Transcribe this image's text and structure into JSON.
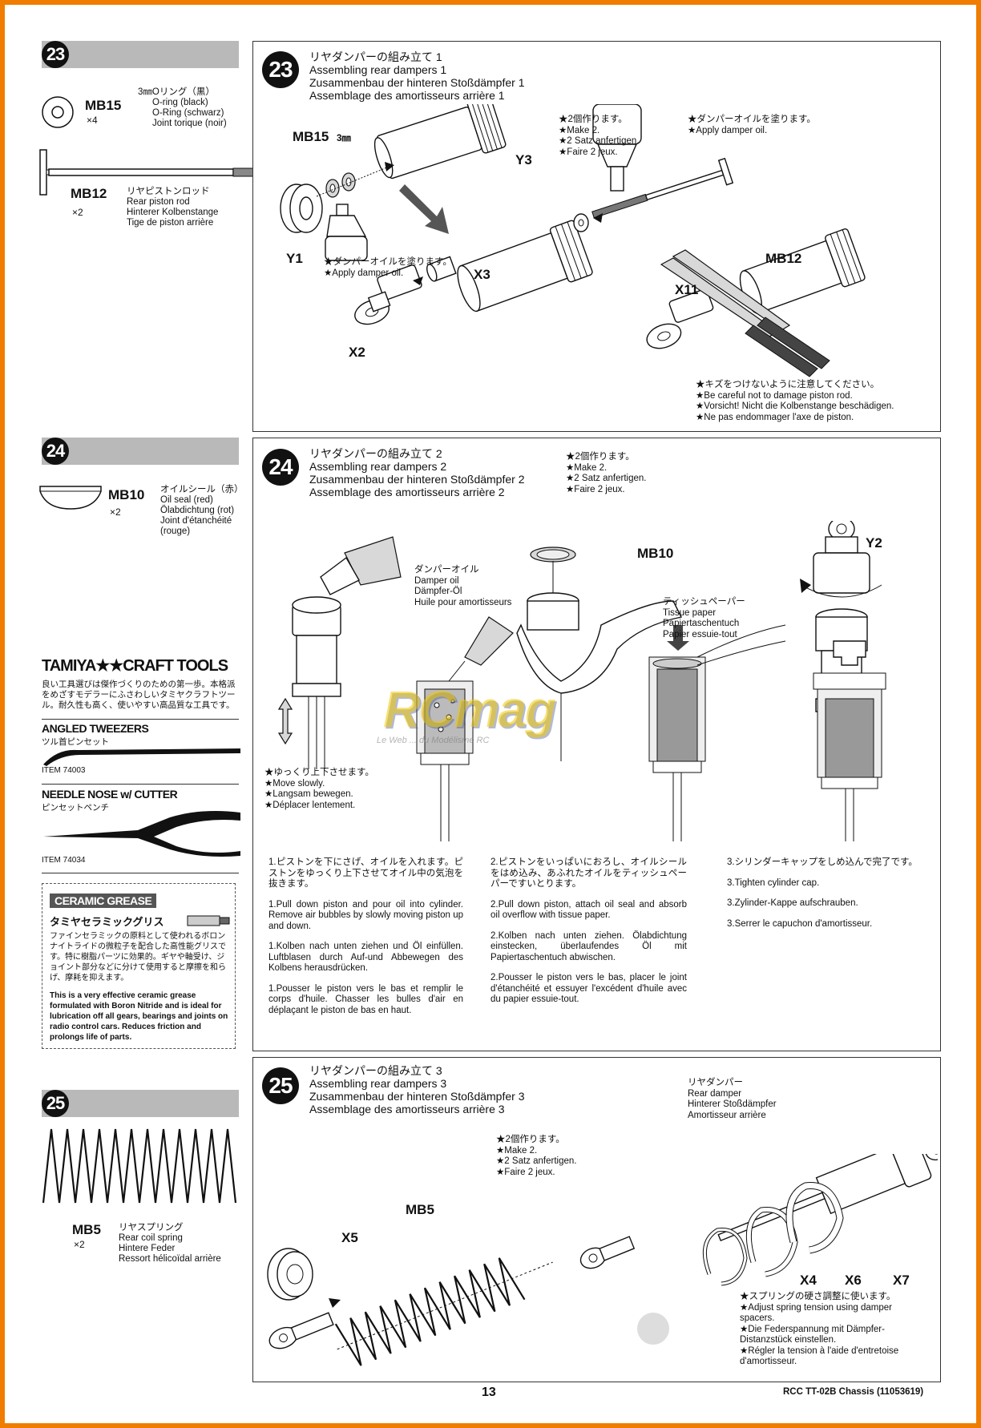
{
  "step23": {
    "num": "23",
    "title_ja": "リヤダンパーの組み立て 1",
    "title_en": "Assembling rear dampers 1",
    "title_de": "Zusammenbau der hinteren Stoßdämpfer 1",
    "title_fr": "Assemblage des amortisseurs arrière 1",
    "parts": [
      {
        "code": "MB15",
        "qty": "×4",
        "name_ja": "3㎜Oリング（黒）",
        "name_en": "O-ring (black)",
        "name_de": "O-Ring (schwarz)",
        "name_fr": "Joint torique (noir)"
      },
      {
        "code": "MB12",
        "qty": "×2",
        "name_ja": "リヤピストンロッド",
        "name_en": "Rear piston rod",
        "name_de": "Hinterer Kolbenstange",
        "name_fr": "Tige de piston arrière"
      }
    ],
    "labels": {
      "mb15": "MB15",
      "mm": "3㎜",
      "y3": "Y3",
      "y1": "Y1",
      "x3": "X3",
      "x2": "X2",
      "x11": "X11",
      "mb12": "MB12"
    },
    "note_make": [
      "★2個作ります。",
      "★Make 2.",
      "★2 Satz anfertigen.",
      "★Faire 2 jeux."
    ],
    "note_oil_top": [
      "★ダンパーオイルを塗ります。",
      "★Apply damper oil."
    ],
    "note_oil_left": [
      "★ダンパーオイルを塗ります。",
      "★Apply damper oil."
    ],
    "note_careful": [
      "★キズをつけないように注意してください。",
      "★Be careful not to damage piston rod.",
      "★Vorsicht! Nicht die Kolbenstange beschädigen.",
      "★Ne pas endommager l'axe de piston."
    ]
  },
  "step24": {
    "num": "24",
    "title_ja": "リヤダンパーの組み立て 2",
    "title_en": "Assembling rear dampers 2",
    "title_de": "Zusammenbau der hinteren Stoßdämpfer 2",
    "title_fr": "Assemblage des amortisseurs arrière 2",
    "parts": [
      {
        "code": "MB10",
        "qty": "×2",
        "name_ja": "オイルシール（赤）",
        "name_en": "Oil seal (red)",
        "name_de": "Ölabdichtung (rot)",
        "name_fr": "Joint d'étanchéité",
        "name_fr2": "(rouge)"
      }
    ],
    "note_make": [
      "★2個作ります。",
      "★Make 2.",
      "★2 Satz anfertigen.",
      "★Faire 2 jeux."
    ],
    "damper_oil": [
      "ダンパーオイル",
      "Damper oil",
      "Dämpfer-Öl",
      "Huile pour amortisseurs"
    ],
    "tissue": [
      "ティッシュペーパー",
      "Tissue paper",
      "Papiertaschentuch",
      "Papier essuie-tout"
    ],
    "labels": {
      "mb10": "MB10",
      "y2": "Y2"
    },
    "move_slowly": [
      "★ゆっくり上下させます。",
      "★Move slowly.",
      "★Langsam bewegen.",
      "★Déplacer lentement."
    ],
    "instr1": [
      "1.ピストンを下にさげ、オイルを入れます。ピストンをゆっくり上下させてオイル中の気泡を抜きます。",
      "1.Pull down piston and pour oil into cylinder. Remove air bubbles by slowly moving piston up and down.",
      "1.Kolben nach unten ziehen und Öl einfüllen. Luftblasen durch Auf-und Abbewegen des Kolbens herausdrücken.",
      "1.Pousser le piston vers le bas et remplir le corps d'huile. Chasser les bulles d'air en déplaçant le piston de bas en haut."
    ],
    "instr2": [
      "2.ピストンをいっぱいにおろし、オイルシールをはめ込み、あふれたオイルをティッシュペーパーですいとります。",
      "2.Pull down piston, attach oil seal and absorb oil overflow with tissue paper.",
      "2.Kolben nach unten ziehen. Ölabdichtung einstecken, überlaufendes Öl mit Papiertaschentuch abwischen.",
      "2.Pousser le piston vers le bas, placer le joint d'étanchéité et essuyer l'excédent d'huile avec du papier essuie-tout."
    ],
    "instr3": [
      "3.シリンダーキャップをしめ込んで完了です。",
      "3.Tighten cylinder cap.",
      "3.Zylinder-Kappe aufschrauben.",
      "3.Serrer le capuchon d'amortisseur."
    ]
  },
  "step25": {
    "num": "25",
    "title_ja": "リヤダンパーの組み立て 3",
    "title_en": "Assembling rear dampers 3",
    "title_de": "Zusammenbau der hinteren Stoßdämpfer 3",
    "title_fr": "Assemblage des amortisseurs arrière 3",
    "parts": [
      {
        "code": "MB5",
        "qty": "×2",
        "name_ja": "リヤスプリング",
        "name_en": "Rear coil spring",
        "name_de": "Hintere Feder",
        "name_fr": "Ressort hélicoïdal arrière"
      }
    ],
    "note_make": [
      "★2個作ります。",
      "★Make 2.",
      "★2 Satz anfertigen.",
      "★Faire 2 jeux."
    ],
    "rear_damper": [
      "リヤダンパー",
      "Rear damper",
      "Hinterer Stoßdämpfer",
      "Amortisseur arrière"
    ],
    "labels": {
      "mb5": "MB5",
      "x5": "X5",
      "x4": "X4",
      "x6": "X6",
      "x7": "X7"
    },
    "note_spring": [
      "★スプリングの硬さ調整に使います。",
      "★Adjust spring tension using damper spacers.",
      "★Die Federspannung mit Dämpfer-Distanzstück einstellen.",
      "★Régler la tension à l'aide d'entretoise d'amortisseur."
    ]
  },
  "tools": {
    "header": "TAMIYA★★CRAFT TOOLS",
    "intro": "良い工具選びは傑作づくりのための第一歩。本格派をめざすモデラーにふさわしいタミヤクラフトツール。耐久性も高く、使いやすい高品質な工具です。",
    "items": [
      {
        "name": "ANGLED TWEEZERS",
        "name_ja": "ツル首ピンセット",
        "item": "ITEM 74003"
      },
      {
        "name": "NEEDLE NOSE w/ CUTTER",
        "name_ja": "ピンセットペンチ",
        "item": "ITEM 74034"
      }
    ]
  },
  "grease": {
    "badge": "CERAMIC GREASE",
    "name_ja": "タミヤセラミックグリス",
    "desc_ja": "ファインセラミックの原料として使われるボロンナイトライドの微粒子を配合した高性能グリスです。特に樹脂パーツに効果的。ギヤや軸受け、ジョイント部分などに分けて使用すると摩擦を和らげ、摩耗を抑えます。",
    "desc_en": "This is a very effective ceramic grease formulated with Boron Nitride and is ideal for lubrication off all gears, bearings and joints on radio control cars. Reduces friction and prolongs life of parts."
  },
  "watermark": {
    "main": "RCmag",
    "sub": "Le Web ... du Modélisme RC"
  },
  "footer": {
    "page": "13",
    "code": "RCC TT-02B Chassis (11053619)"
  }
}
